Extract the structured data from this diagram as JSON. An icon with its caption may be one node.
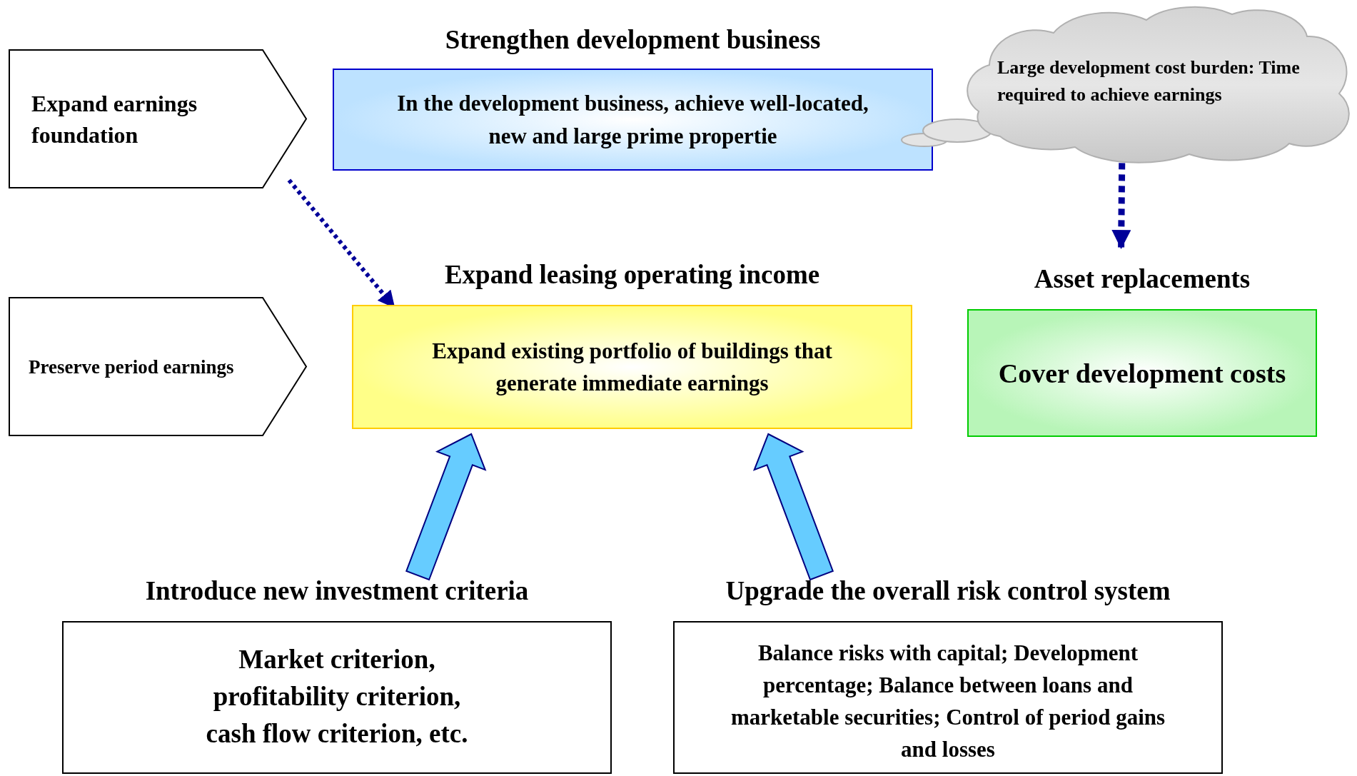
{
  "diagram": {
    "nodes": [
      {
        "text": [
          "Expand earnings foundation"
        ]
      },
      {
        "text": [
          "Preserve period earnings"
        ]
      },
      {
        "text": [
          "Strengthen development business",
          "In the development business, achieve well-located, new and large prime propertie"
        ]
      },
      {
        "text": [
          "Large development cost burden: Time required to achieve earnings"
        ]
      },
      {
        "text": [
          "Expand leasing operating income",
          "Expand existing portfolio of buildings that generate immediate earnings"
        ]
      },
      {
        "text": [
          "Asset replacements",
          "Cover development costs"
        ]
      },
      {
        "text": [
          "Introduce new investment criteria",
          "Market criterion, profitability criterion, cash flow criterion, etc."
        ]
      },
      {
        "text": [
          "Upgrade the overall risk control system",
          "Balance risks with capital; Development percentage; Balance between loans and marketable securities; Control of period gains and losses"
        ]
      }
    ],
    "edges": [
      {
        "from": 0,
        "to": 4,
        "arrow": "to",
        "style": "dashed",
        "color": "#000099"
      },
      {
        "from": 3,
        "to": 5,
        "arrow": "to",
        "style": "dashed",
        "color": "#000099"
      },
      {
        "from": 6,
        "to": 4,
        "arrow": "to",
        "style": "thick",
        "color": "#66ccff"
      },
      {
        "from": 7,
        "to": 4,
        "arrow": "to",
        "style": "thick",
        "color": "#66ccff"
      }
    ]
  }
}
